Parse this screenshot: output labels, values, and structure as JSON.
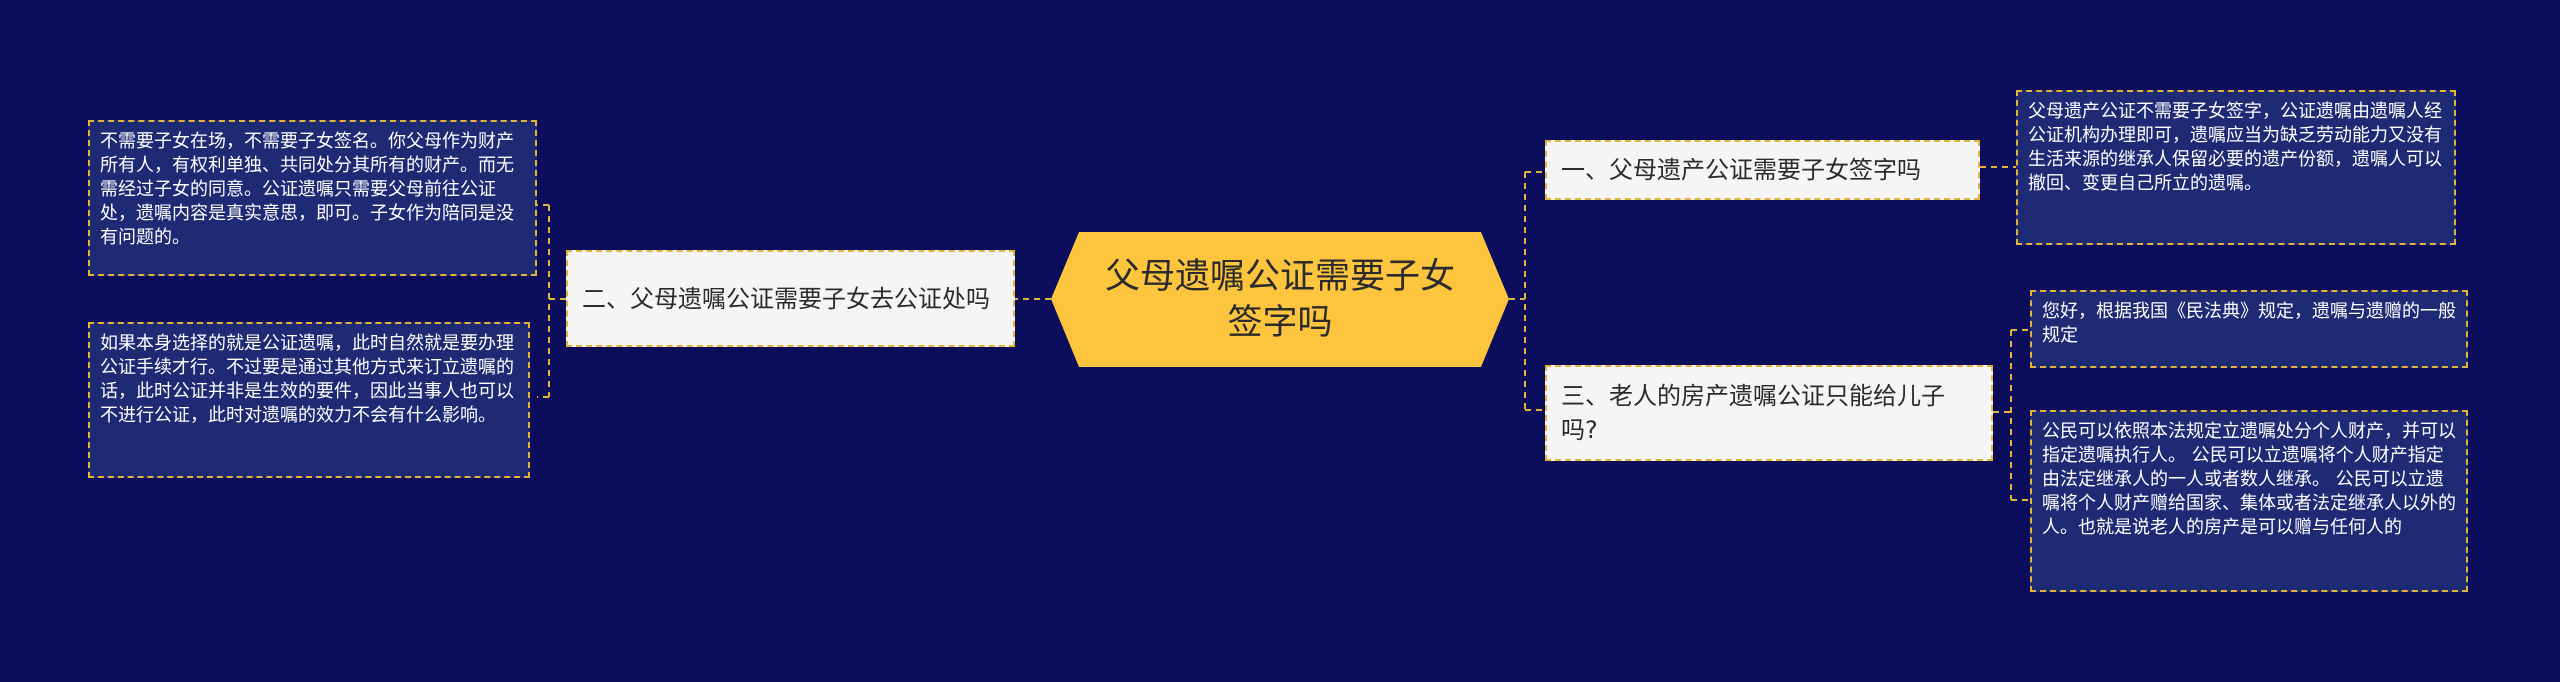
{
  "mindmap": {
    "center": {
      "title": "父母遗嘱公证需要子女签字吗"
    },
    "branches": [
      {
        "topic": "一、父母遗产公证需要子女签字吗",
        "leaves": [
          "父母遗产公证不需要子女签字，公证遗嘱由遗嘱人经公证机构办理即可，遗嘱应当为缺乏劳动能力又没有生活来源的继承人保留必要的遗产份额，遗嘱人可以撤回、变更自己所立的遗嘱。"
        ]
      },
      {
        "topic": "二、父母遗嘱公证需要子女去公证处吗",
        "leaves": [
          "不需要子女在场，不需要子女签名。你父母作为财产所有人，有权利单独、共同处分其所有的财产。而无需经过子女的同意。公证遗嘱只需要父母前往公证处，遗嘱内容是真实意思，即可。子女作为陪同是没有问题的。",
          "如果本身选择的就是公证遗嘱，此时自然就是要办理公证手续才行。不过要是通过其他方式来订立遗嘱的话，此时公证并非是生效的要件，因此当事人也可以不进行公证，此时对遗嘱的效力不会有什么影响。"
        ]
      },
      {
        "topic": "三、老人的房产遗嘱公证只能给儿子吗?",
        "leaves": [
          "您好，根据我国《民法典》规定，遗嘱与遗赠的一般规定",
          "公民可以依照本法规定立遗嘱处分个人财产，并可以指定遗嘱执行人。 公民可以立遗嘱将个人财产指定由法定继承人的一人或者数人继承。 公民可以立遗嘱将个人财产赠给国家、集体或者法定继承人以外的人。也就是说老人的房产是可以赠与任何人的"
        ]
      }
    ]
  },
  "colors": {
    "background": "#0c0e5c",
    "center_fill": "#fcc53d",
    "topic_fill": "#f5f5f5",
    "leaf_fill": "#1f2a74",
    "dashed_border": "#e2b53a"
  }
}
